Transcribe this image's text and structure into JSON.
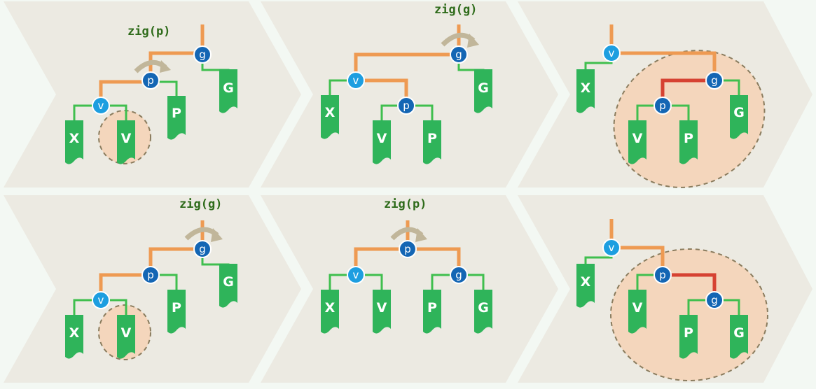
{
  "rows": [
    {
      "panels": [
        {
          "op": "zig(p)",
          "nodes": [
            {
              "id": "g",
              "kind": "dark"
            },
            {
              "id": "p",
              "kind": "dark"
            },
            {
              "id": "v",
              "kind": "light"
            }
          ],
          "subtrees": [
            "X",
            "V",
            "P",
            "G"
          ],
          "rotating": "p",
          "highlight": "V"
        },
        {
          "op": "zig(g)",
          "nodes": [
            {
              "id": "g",
              "kind": "dark"
            },
            {
              "id": "v",
              "kind": "light"
            },
            {
              "id": "p",
              "kind": "dark"
            }
          ],
          "subtrees": [
            "X",
            "V",
            "P",
            "G"
          ],
          "rotating": "g"
        },
        {
          "op": "",
          "nodes": [
            {
              "id": "v",
              "kind": "light"
            },
            {
              "id": "g",
              "kind": "dark"
            },
            {
              "id": "p",
              "kind": "dark"
            }
          ],
          "subtrees": [
            "X",
            "V",
            "P",
            "G"
          ],
          "highlight": "g-subtree"
        }
      ]
    },
    {
      "panels": [
        {
          "op": "zig(g)",
          "nodes": [
            {
              "id": "g",
              "kind": "dark"
            },
            {
              "id": "p",
              "kind": "dark"
            },
            {
              "id": "v",
              "kind": "light"
            }
          ],
          "subtrees": [
            "X",
            "V",
            "P",
            "G"
          ],
          "rotating": "g",
          "highlight": "V"
        },
        {
          "op": "zig(p)",
          "nodes": [
            {
              "id": "p",
              "kind": "dark"
            },
            {
              "id": "v",
              "kind": "light"
            },
            {
              "id": "g",
              "kind": "dark"
            }
          ],
          "subtrees": [
            "X",
            "V",
            "P",
            "G"
          ],
          "rotating": "p"
        },
        {
          "op": "",
          "nodes": [
            {
              "id": "v",
              "kind": "light"
            },
            {
              "id": "p",
              "kind": "dark"
            },
            {
              "id": "g",
              "kind": "dark"
            }
          ],
          "subtrees": [
            "X",
            "V",
            "P",
            "G"
          ],
          "highlight": "p-subtree"
        }
      ]
    }
  ],
  "colors": {
    "panel_bg": "#eceae2",
    "orange_edge": "#ee9a52",
    "green_edge": "#3fbf4e",
    "red_edge": "#d64232",
    "light_node": "#1d9ee0",
    "dark_node": "#1466b4",
    "subtree": "#2fb45a",
    "highlight_fill": "#f4d6bc",
    "op_label": "#2e6b1a"
  }
}
